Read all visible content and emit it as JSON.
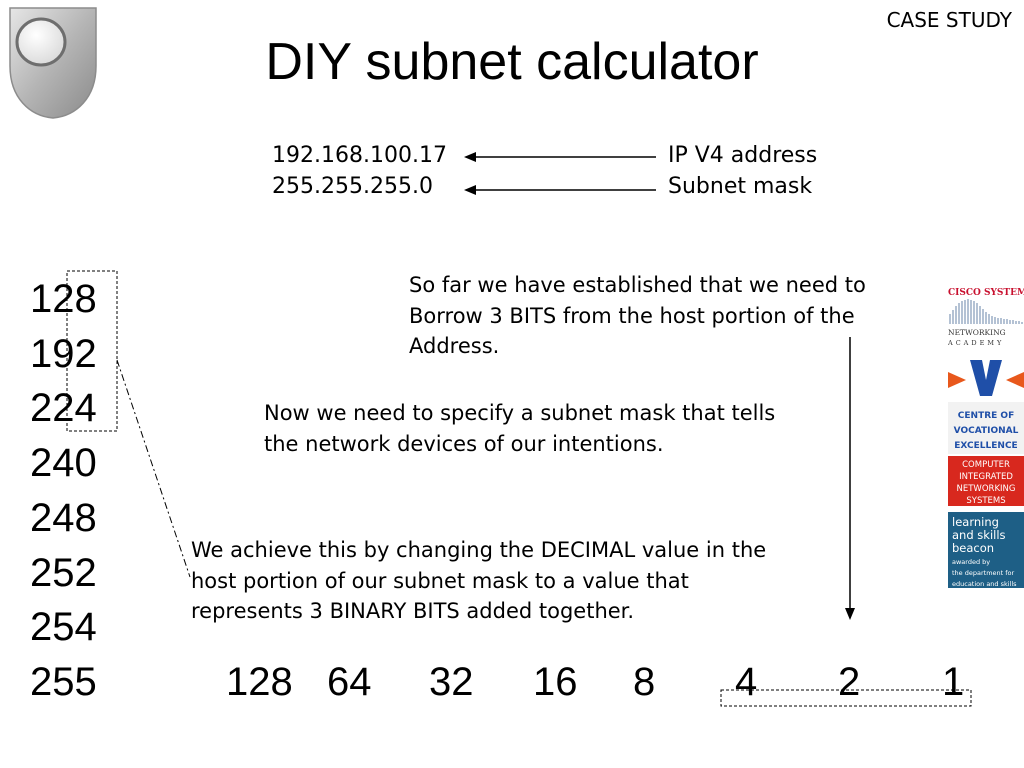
{
  "header": {
    "case_study": "CASE STUDY",
    "title": "DIY subnet calculator"
  },
  "network": {
    "ip_address": "192.168.100.17",
    "ip_label": "IP V4 address",
    "subnet_mask": "255.255.255.0",
    "mask_label": "Subnet mask"
  },
  "mask_values": [
    "128",
    "192",
    "224",
    "240",
    "248",
    "252",
    "254",
    "255"
  ],
  "paragraphs": {
    "p1": "So far we have established that we need to Borrow 3 BITS from the host portion of the Address.",
    "p2": "Now we need to specify a subnet mask that tells the network devices of our intentions.",
    "p3": "We achieve this by changing the DECIMAL value in the host portion of our subnet mask to a value that represents 3 BINARY BITS added together."
  },
  "bit_values": [
    "128",
    "64",
    "32",
    "16",
    "8",
    "4",
    "2",
    "1"
  ],
  "logos": {
    "cisco_line1": "CISCO SYSTEMS",
    "cisco_line2": "NETWORKING",
    "cisco_line3": "ACADEMY",
    "cove_line1": "CENTRE OF",
    "cove_line2": "VOCATIONAL",
    "cove_line3": "EXCELLENCE",
    "cins_line1": "COMPUTER",
    "cins_line2": "INTEGRATED",
    "cins_line3": "NETWORKING",
    "cins_line4": "SYSTEMS",
    "lsb_line1": "learning",
    "lsb_line2": "and skills",
    "lsb_line3": "beacon",
    "lsb_small1": "awarded by",
    "lsb_small2": "the department for",
    "lsb_small3": "education and skills"
  },
  "colors": {
    "cisco_red": "#c8102e",
    "cove_orange": "#e8581c",
    "cove_blue": "#1f4fa8",
    "lsb_blue": "#1e5f86"
  }
}
